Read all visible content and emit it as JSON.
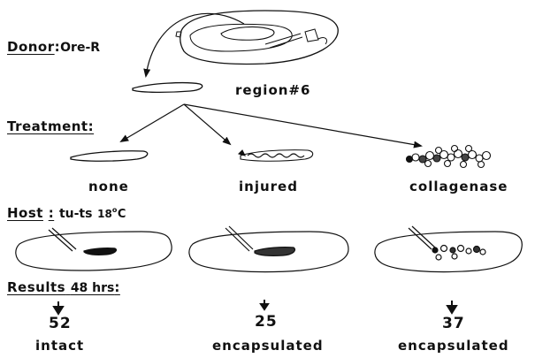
{
  "donor": {
    "label": "Donor",
    "value": "Ore-R"
  },
  "region_label": "region#6",
  "treatment": {
    "label": "Treatment",
    "options": [
      {
        "name": "none"
      },
      {
        "name": "injured"
      },
      {
        "name": "collagenase"
      }
    ]
  },
  "host": {
    "label": "Host",
    "strain": "tu-ts",
    "temp_num": "18",
    "temp_unit": "C"
  },
  "results": {
    "label": "Results",
    "duration": "48 hrs",
    "items": [
      {
        "count": "52",
        "outcome": "intact"
      },
      {
        "count": "25",
        "outcome": "encapsulated"
      },
      {
        "count": "37",
        "outcome": "encapsulated"
      }
    ]
  }
}
